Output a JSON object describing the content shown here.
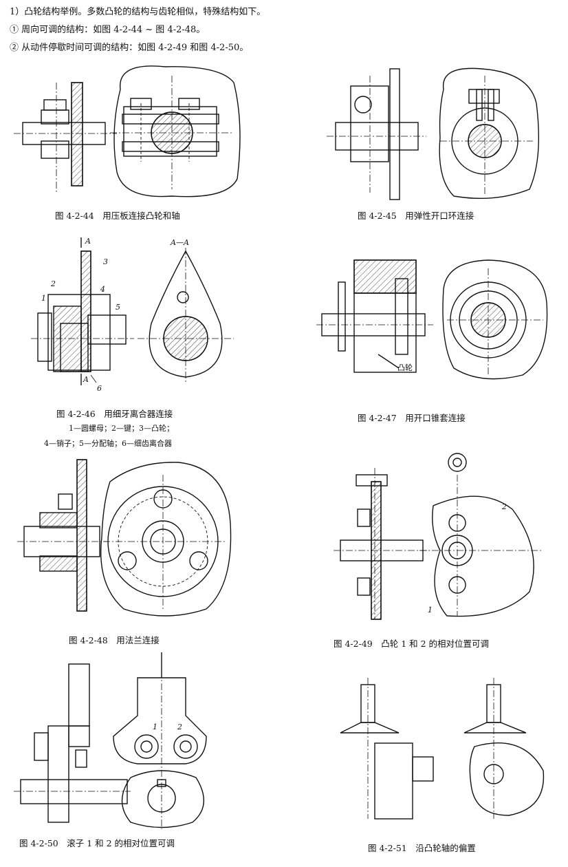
{
  "intro": {
    "line1": "1）凸轮结构举例。多数凸轮的结构与齿轮相似，特殊结构如下。",
    "line2": "① 周向可调的结构：如图 4-2-44 ~ 图 4-2-48。",
    "line3": "② 从动件停歇时间可调的结构：如图 4-2-49 和图 4-2-50。"
  },
  "figures": [
    {
      "caption": "图 4-2-44　用压板连接凸轮和轴"
    },
    {
      "caption": "图 4-2-45　用弹性开口环连接"
    },
    {
      "caption": "图 4-2-46　用细牙离合器连接",
      "legend1": "1—圆螺母；2—键；3—凸轮；",
      "legend2": "4—销子；5—分配轴；6—细齿离合器",
      "labels": {
        "section_top": "A",
        "section_bottom": "A",
        "section_view": "A—A",
        "n1": "1",
        "n2": "2",
        "n3": "3",
        "n4": "4",
        "n5": "5",
        "n6": "6"
      }
    },
    {
      "caption": "图 4-2-47　用开口锥套连接",
      "labels": {
        "cam": "凸轮"
      }
    },
    {
      "caption": "图 4-2-48　用法兰连接"
    },
    {
      "caption": "图 4-2-49　凸轮 1 和 2 的相对位置可调",
      "labels": {
        "n1": "1",
        "n2": "2"
      }
    },
    {
      "caption": "图 4-2-50　滚子 1 和 2 的相对位置可调",
      "labels": {
        "n1": "1",
        "n2": "2"
      }
    },
    {
      "caption": "图 4-2-51　沿凸轮轴的偏置"
    }
  ]
}
